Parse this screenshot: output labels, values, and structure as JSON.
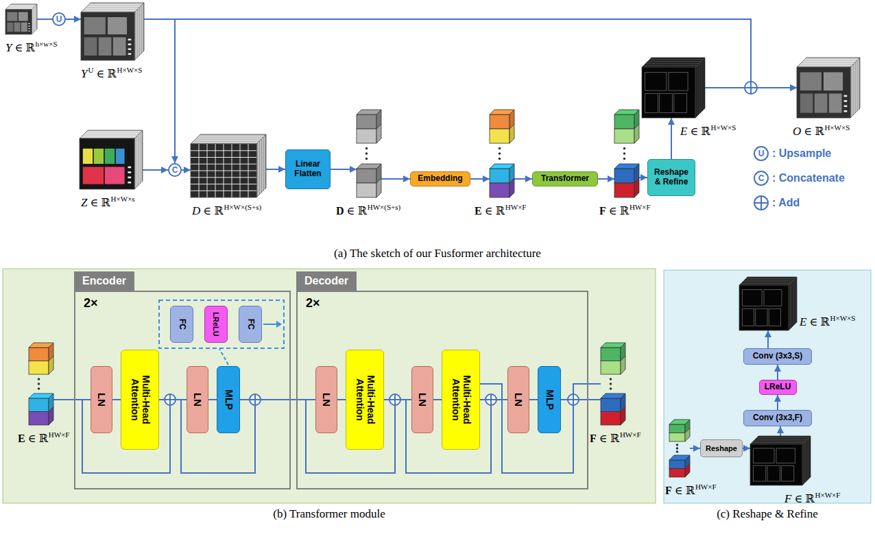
{
  "diagram": {
    "nodes": [
      {
        "text": [
          "Y",
          "∈ ℝ",
          "h×w×S"
        ]
      },
      {
        "text": [
          "U"
        ]
      },
      {
        "text": [
          "Y",
          "U",
          "∈ ℝ",
          "H×W×S"
        ]
      },
      {
        "text": [
          "Z",
          "∈ ℝ",
          "H×W×s"
        ]
      },
      {
        "text": [
          "C"
        ]
      },
      {
        "text": [
          "D",
          "∈ ℝ",
          "H×W×(S+s)"
        ]
      },
      {
        "text": [
          "Linear Flatten"
        ]
      },
      {
        "text": [
          "D",
          "∈ ℝ",
          "HW×(S+s)"
        ]
      },
      {
        "text": [
          "Embedding"
        ]
      },
      {
        "text": [
          "E",
          "∈ ℝ",
          "HW×F"
        ]
      },
      {
        "text": [
          "Transformer"
        ]
      },
      {
        "text": [
          "F",
          "∈ ℝ",
          "HW×F"
        ]
      },
      {
        "text": [
          "Reshape & Refine"
        ]
      },
      {
        "text": [
          "E",
          "∈ ℝ",
          "H×W×S"
        ]
      },
      {
        "text": [
          "O",
          "∈ ℝ",
          "H×W×S"
        ]
      },
      {
        "text": [
          "E",
          "∈ ℝ",
          "HW×F"
        ]
      },
      {
        "text": [
          "Encoder",
          "2×"
        ]
      },
      {
        "text": [
          "FC"
        ],
        "in": 16
      },
      {
        "text": [
          "LReLU"
        ],
        "in": 16
      },
      {
        "text": [
          "FC"
        ],
        "in": 16
      },
      {
        "text": [
          "LN"
        ],
        "in": 16
      },
      {
        "text": [
          "Multi-Head Attention"
        ],
        "in": 16
      },
      {
        "text": [
          "LN"
        ],
        "in": 16
      },
      {
        "text": [
          "MLP"
        ],
        "in": 16
      },
      {
        "text": [
          "Decoder",
          "2×"
        ]
      },
      {
        "text": [
          "LN"
        ],
        "in": 24
      },
      {
        "text": [
          "Multi-Head Attention"
        ],
        "in": 24
      },
      {
        "text": [
          "LN"
        ],
        "in": 24
      },
      {
        "text": [
          "Multi-Head Attention"
        ],
        "in": 24
      },
      {
        "text": [
          "LN"
        ],
        "in": 24
      },
      {
        "text": [
          "MLP"
        ],
        "in": 24
      },
      {
        "text": [
          "F",
          "∈ ℝ",
          "HW×F"
        ]
      },
      {
        "text": [
          "E",
          "∈ ℝ",
          "H×W×S"
        ]
      },
      {
        "text": [
          "Conv (3x3,S)"
        ]
      },
      {
        "text": [
          "LReLU"
        ]
      },
      {
        "text": [
          "Conv (3x3,F)"
        ]
      },
      {
        "text": [
          "F",
          "∈ ℝ",
          "HW×F"
        ]
      },
      {
        "text": [
          "Reshape"
        ]
      },
      {
        "text": [
          "F",
          "∈ ℝ",
          "H×W×F"
        ]
      }
    ],
    "edges": [
      {
        "from": 0,
        "to": 1,
        "arrow": "none"
      },
      {
        "from": 1,
        "to": 2,
        "arrow": "to"
      },
      {
        "from": 2,
        "to": 4,
        "arrow": "to"
      },
      {
        "from": 3,
        "to": 4,
        "arrow": "to"
      },
      {
        "from": 4,
        "to": 5,
        "arrow": "to"
      },
      {
        "from": 5,
        "to": 6,
        "arrow": "to"
      },
      {
        "from": 6,
        "to": 7,
        "arrow": "to"
      },
      {
        "from": 7,
        "to": 8,
        "arrow": "to"
      },
      {
        "from": 8,
        "to": 9,
        "arrow": "to"
      },
      {
        "from": 9,
        "to": 10,
        "arrow": "to"
      },
      {
        "from": 10,
        "to": 11,
        "arrow": "to"
      },
      {
        "from": 11,
        "to": 12,
        "arrow": "to"
      },
      {
        "from": 12,
        "to": 13,
        "arrow": "to"
      },
      {
        "from": 13,
        "to": 14,
        "arrow": "to"
      },
      {
        "from": 2,
        "to": 14,
        "arrow": "to"
      },
      {
        "from": 15,
        "to": 20,
        "arrow": "none"
      },
      {
        "from": 20,
        "to": 21,
        "arrow": "none"
      },
      {
        "from": 21,
        "to": 22,
        "arrow": "none"
      },
      {
        "from": 15,
        "to": 22,
        "arrow": "none"
      },
      {
        "from": 22,
        "to": 23,
        "arrow": "none"
      },
      {
        "from": 23,
        "to": 25,
        "arrow": "none"
      },
      {
        "from": 21,
        "to": 25,
        "arrow": "none"
      },
      {
        "from": 25,
        "to": 26,
        "arrow": "none"
      },
      {
        "from": 26,
        "to": 27,
        "arrow": "none"
      },
      {
        "from": 23,
        "to": 27,
        "arrow": "none"
      },
      {
        "from": 27,
        "to": 28,
        "arrow": "none"
      },
      {
        "from": 28,
        "to": 29,
        "arrow": "none"
      },
      {
        "from": 26,
        "to": 29,
        "arrow": "none"
      },
      {
        "from": 29,
        "to": 30,
        "arrow": "none"
      },
      {
        "from": 30,
        "to": 31,
        "arrow": "none"
      },
      {
        "from": 28,
        "to": 31,
        "arrow": "none"
      },
      {
        "from": 36,
        "to": 37,
        "arrow": "to"
      },
      {
        "from": 37,
        "to": 38,
        "arrow": "to"
      },
      {
        "from": 38,
        "to": 35,
        "arrow": "to"
      },
      {
        "from": 35,
        "to": 34,
        "arrow": "to"
      },
      {
        "from": 34,
        "to": 33,
        "arrow": "to"
      },
      {
        "from": 33,
        "to": 32,
        "arrow": "to"
      }
    ],
    "labels": [
      "(a) The sketch of our Fusformer architecture",
      "(b) Transformer module",
      "(c) Reshape & Refine",
      "U",
      "C"
    ],
    "legend": [
      {
        "text": ": Upsample"
      },
      {
        "text": ": Concatenate"
      },
      {
        "text": ": Add"
      }
    ]
  }
}
